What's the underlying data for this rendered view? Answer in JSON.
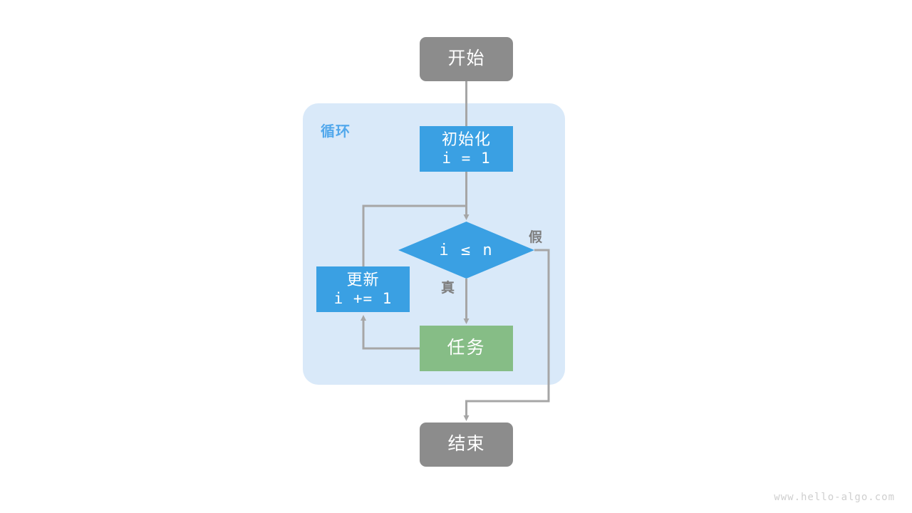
{
  "diagram": {
    "title": "for-loop-flowchart",
    "background": "#ffffff",
    "colors": {
      "terminal": "#8c8c8c",
      "process": "#3aa0e3",
      "task": "#86bd86",
      "loop_container": "#d9e9f9",
      "loop_label": "#52a8ec",
      "edge": "#a6a6a6",
      "edge_label": "#7d7d7d",
      "node_text": "#ffffff",
      "watermark": "#cfcfcf"
    }
  },
  "loop": {
    "label": "循环"
  },
  "nodes": {
    "start": {
      "label": "开始",
      "shape": "rounded-rectangle",
      "color": "#8c8c8c"
    },
    "init": {
      "title": "初始化",
      "code": "i = 1",
      "shape": "rectangle",
      "color": "#3aa0e3"
    },
    "decision": {
      "label": "i ≤ n",
      "shape": "diamond",
      "color": "#3aa0e3"
    },
    "task": {
      "label": "任务",
      "shape": "rectangle",
      "color": "#86bd86"
    },
    "update": {
      "title": "更新",
      "code": "i += 1",
      "shape": "rectangle",
      "color": "#3aa0e3"
    },
    "end": {
      "label": "结束",
      "shape": "rounded-rectangle",
      "color": "#8c8c8c"
    }
  },
  "edge_labels": {
    "true": "真",
    "false": "假"
  },
  "watermark": {
    "text": "www.hello-algo.com"
  }
}
